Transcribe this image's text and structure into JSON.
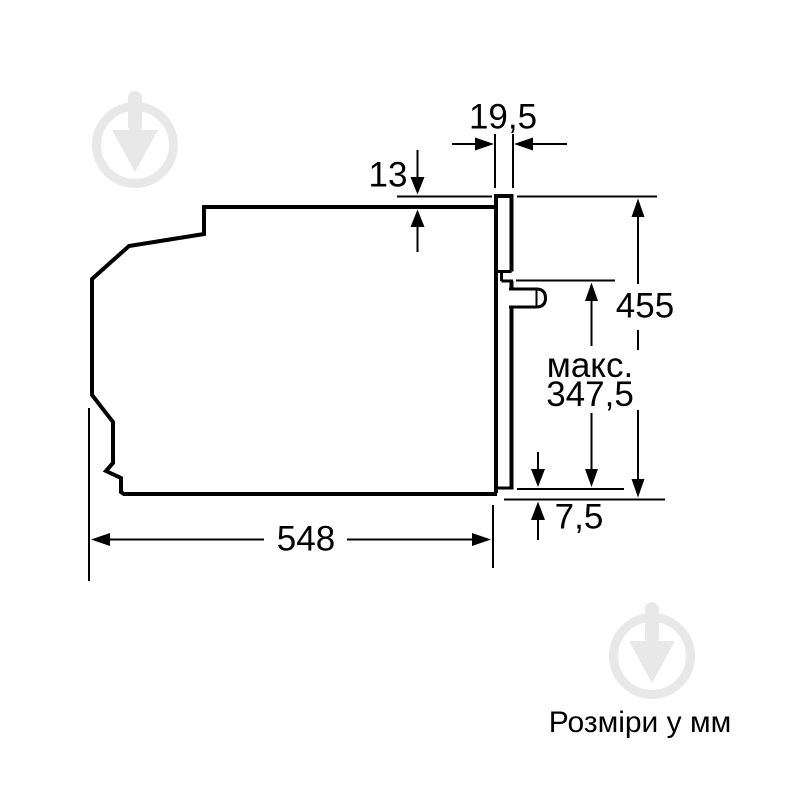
{
  "diagram": {
    "labels": {
      "front_depth": "19,5",
      "top_gap": "13",
      "total_height": "455",
      "max_word": "макс.",
      "max_value": "347,5",
      "bottom_gap": "7,5",
      "depth": "548"
    },
    "footer": "Розміри у мм",
    "colors": {
      "line": "#000000",
      "watermark": "#e8e8e8",
      "background": "#ffffff"
    },
    "icons": {
      "watermark": "trowel-circle-watermark-icon"
    }
  }
}
